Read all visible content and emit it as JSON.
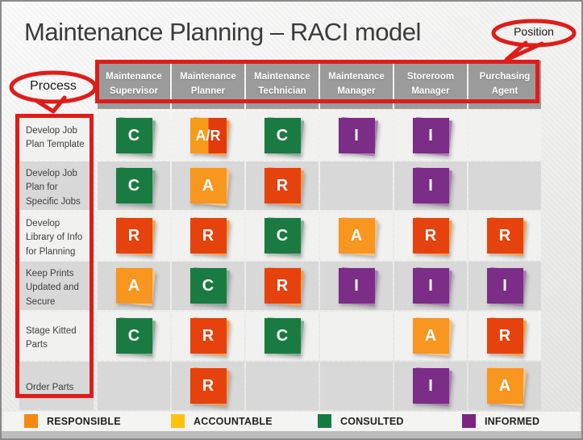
{
  "title": "Maintenance Planning – RACI model",
  "callouts": {
    "position": "Position",
    "process": "Process"
  },
  "columns": [
    "Maintenance Supervisor",
    "Maintenance Planner",
    "Maintenance Technician",
    "Maintenance Manager",
    "Storeroom Manager",
    "Purchasing Agent"
  ],
  "rows": [
    {
      "label": "Develop Job Plan Template",
      "cells": [
        "C",
        "A/R",
        "C",
        "I",
        "I",
        ""
      ]
    },
    {
      "label": "Develop Job Plan for Specific Jobs",
      "cells": [
        "C",
        "A",
        "R",
        "",
        "I",
        ""
      ]
    },
    {
      "label": "Develop Library of Info for Planning",
      "cells": [
        "R",
        "R",
        "C",
        "A",
        "R",
        "R"
      ]
    },
    {
      "label": "Keep Prints Updated and Secure",
      "cells": [
        "A",
        "C",
        "R",
        "I",
        "I",
        "I"
      ]
    },
    {
      "label": "Stage Kitted Parts",
      "cells": [
        "C",
        "R",
        "C",
        "",
        "A",
        "R"
      ]
    },
    {
      "label": "Order Parts",
      "cells": [
        "",
        "R",
        "",
        "",
        "I",
        "A"
      ]
    }
  ],
  "legend": [
    {
      "label": "RESPONSIBLE",
      "color": "#F68712"
    },
    {
      "label": "ACCOUNTABLE",
      "color": "#FFC20E"
    },
    {
      "label": "CONSULTED",
      "color": "#177B3F"
    },
    {
      "label": "INFORMED",
      "color": "#7B2482"
    }
  ],
  "cell_colors": {
    "R": "#E6420D",
    "A": "#F8961F",
    "C": "#1A7B42",
    "I": "#7B2D87",
    "A/R_left": "#F89B1B",
    "A/R_right": "#E23A0C"
  },
  "cell_shadow_tints": {
    "R": "#F8A24B",
    "A": "#FBC27A",
    "C": "#86AD97",
    "I": "#A97FB2",
    "A/R": "#F8A24B"
  },
  "accent_red": "#E01C19",
  "header_bg": "#9B9B9B"
}
